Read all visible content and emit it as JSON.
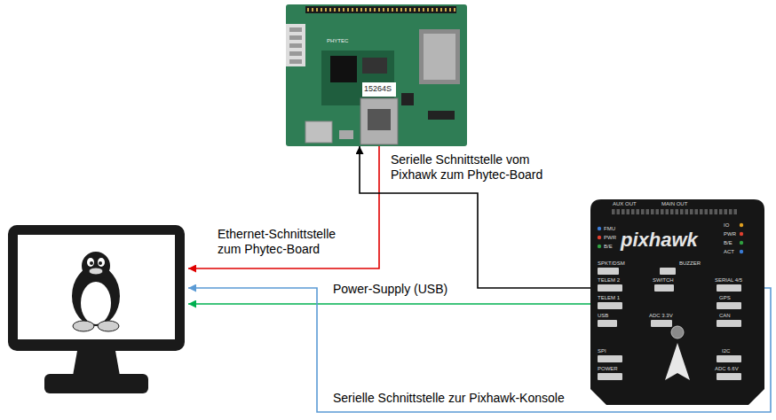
{
  "diagram": {
    "nodes": [
      {
        "text": [
          "PHYTEC",
          "15264S"
        ]
      },
      {
        "text": []
      },
      {
        "text": [
          "pixhawk",
          "AUX OUT",
          "MAIN OUT",
          "FMU",
          "PWR",
          "B/E",
          "IO",
          "PWR",
          "B/E",
          "ACT",
          "SPKT/DSM",
          "BUZZER",
          "TELEM 2",
          "SWITCH",
          "SERIAL 4/5",
          "TELEM 1",
          "GPS",
          "USB",
          "ADC 3.3V",
          "CAN",
          "SPI",
          "I2C",
          "POWER",
          "ADC 6.6V"
        ]
      }
    ],
    "edges": [
      {
        "from": 0,
        "to": 1,
        "arrow": "to",
        "label": "Ethernet-Schnittstelle zum Phytec-Board"
      },
      {
        "from": 2,
        "to": 0,
        "arrow": "to",
        "label": "Serielle Schnittstelle vom Pixhawk zum Phytec-Board"
      },
      {
        "from": 2,
        "to": 1,
        "arrow": "to",
        "label": "Power-Supply (USB)"
      },
      {
        "from": 2,
        "to": 1,
        "arrow": "to",
        "label": "Serielle Schnittstelle zur Pixhawk-Konsole"
      }
    ]
  }
}
